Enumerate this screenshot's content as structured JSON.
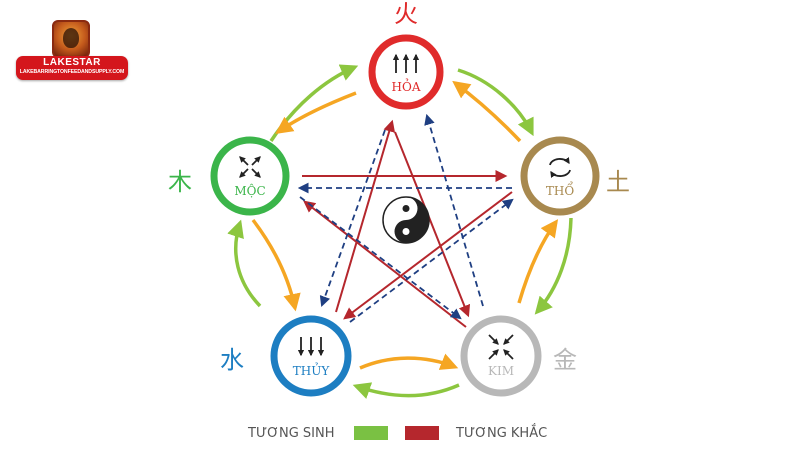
{
  "brand": {
    "name": "LAKESTAR",
    "url": "LAKEBARRINGTONFEEDANDSUPPLY.COM"
  },
  "elements": [
    {
      "key": "hoa",
      "hanzi": "火",
      "label": "HỎA",
      "color": "#e02b2b",
      "icon": "three-up-arrows-icon"
    },
    {
      "key": "tho",
      "hanzi": "土",
      "label": "THỔ",
      "color": "#a8894f",
      "icon": "cycle-arrows-icon"
    },
    {
      "key": "kim",
      "hanzi": "金",
      "label": "KIM",
      "color": "#b8b8b8",
      "icon": "converging-arrows-icon"
    },
    {
      "key": "thuy",
      "hanzi": "水",
      "label": "THỦY",
      "color": "#1d7ec2",
      "icon": "three-down-arrows-icon"
    },
    {
      "key": "moc",
      "hanzi": "木",
      "label": "MỘC",
      "color": "#3bb54a",
      "icon": "diverging-arrows-icon"
    }
  ],
  "legend": {
    "sinh_label": "TƯƠNG SINH",
    "sinh_color": "#7ac143",
    "khac_label": "TƯƠNG KHẮC",
    "khac_color": "#b5272d"
  },
  "colors": {
    "sinh_green": "#8cc63f",
    "sinh_orange": "#f5a623",
    "khac_red": "#b5272d",
    "khac_blue": "#1f3f82",
    "text_gray": "#555555"
  }
}
